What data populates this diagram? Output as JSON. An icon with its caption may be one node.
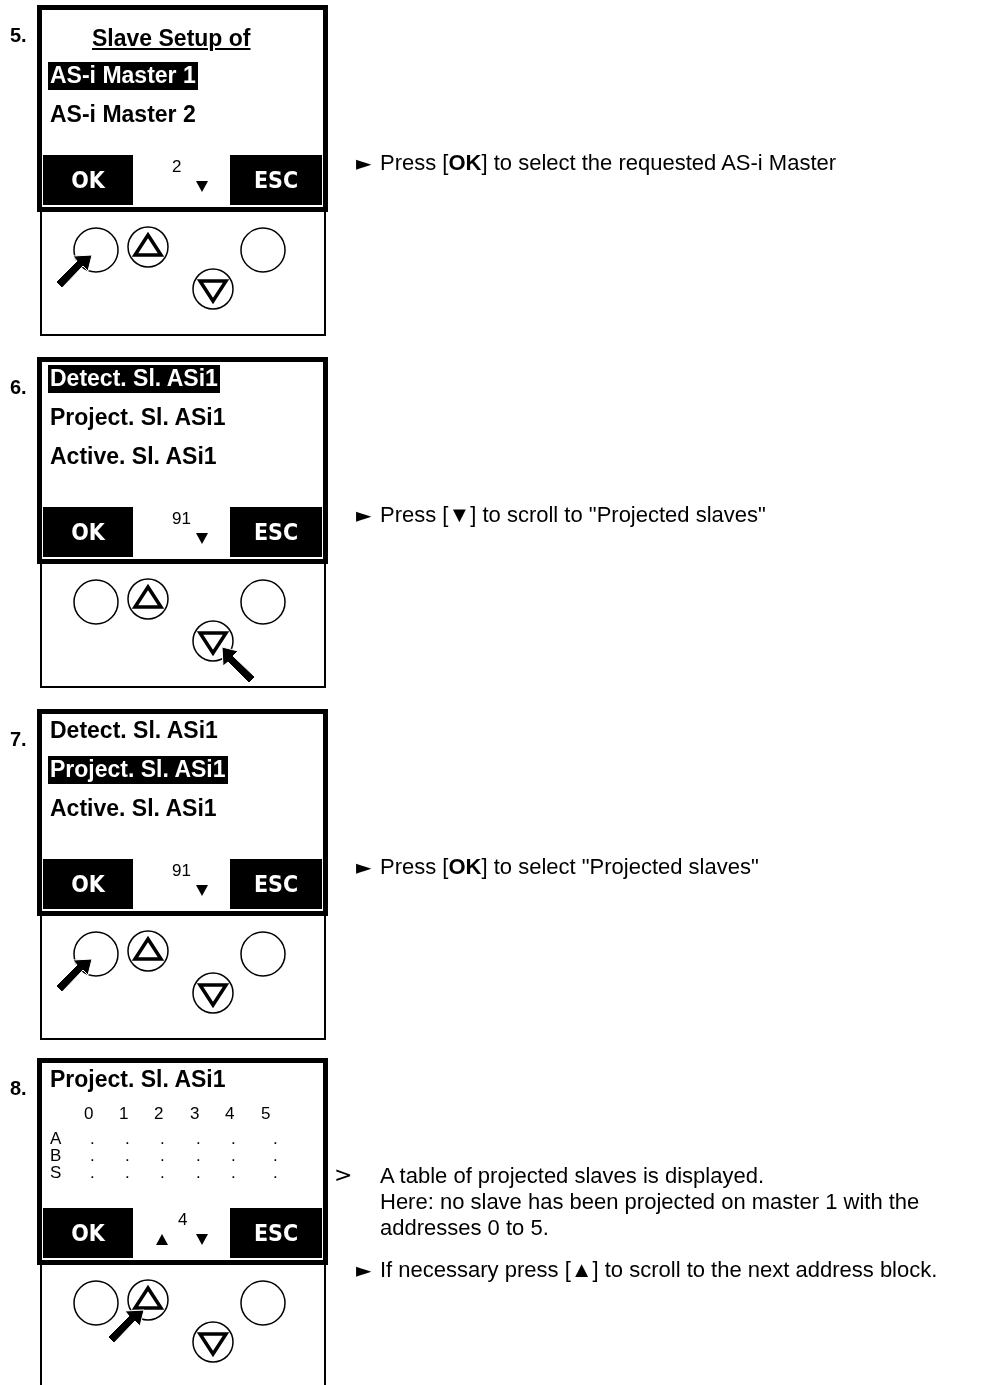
{
  "diagram": {
    "labels": [
      "5.",
      "Slave Setup of",
      "AS-i Master 1",
      "AS-i Master 2",
      "OK",
      "2",
      "ESC",
      "►",
      "Press [**OK**] to select the requested AS-i Master",
      "6.",
      "Detect. Sl. ASi1",
      "Project. Sl. ASi1",
      "Active. Sl. ASi1",
      "OK",
      "91",
      "ESC",
      "►",
      "Press [▼] to scroll to \"Projected slaves\"",
      "7.",
      "Detect. Sl. ASi1",
      "Project. Sl. ASi1",
      "Active. Sl. ASi1",
      "OK",
      "91",
      "ESC",
      "►",
      "Press [**OK**] to select \"Projected slaves\"",
      "8.",
      "Project. Sl. ASi1",
      "0",
      "1",
      "2",
      "3",
      "4",
      "5",
      "A",
      ".",
      ".",
      ".",
      ".",
      ".",
      ".",
      "B",
      ".",
      ".",
      ".",
      ".",
      ".",
      ".",
      "S",
      ".",
      ".",
      ".",
      ".",
      ".",
      ".",
      "OK",
      "4",
      "ESC",
      ">",
      "A table of projected slaves is displayed.",
      "Here: no slave has been projected on master 1 with the addresses 0 to 5.",
      "►",
      "If necessary press [▲] to scroll to the next address block."
    ]
  }
}
